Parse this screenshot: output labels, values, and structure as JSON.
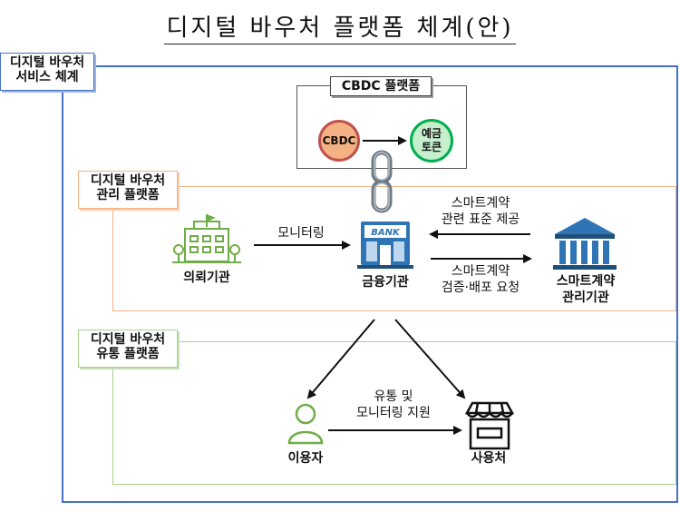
{
  "title": "디지털 바우처 플랫폼 체계(안)",
  "service_system": {
    "line1": "디지털 바우처",
    "line2": "서비스 체계"
  },
  "cbdc_platform": {
    "label": "CBDC 플랫폼",
    "cbdc": "CBDC",
    "deposit_token": {
      "line1": "예금",
      "line2": "토큰"
    }
  },
  "management_platform": {
    "line1": "디지털 바우처",
    "line2": "관리 플랫폼"
  },
  "distribution_platform": {
    "line1": "디지털 바우처",
    "line2": "유통 플랫폼"
  },
  "nodes": {
    "requester": "의뢰기관",
    "bank": "금융기관",
    "bank_sign": "BANK",
    "smart_contract_org": {
      "line1": "스마트계약",
      "line2": "관리기관"
    },
    "user": "이용자",
    "merchant": "사용처"
  },
  "edges": {
    "monitoring": "모니터링",
    "standard_provision": {
      "line1": "스마트계약",
      "line2": "관련 표준 제공"
    },
    "verification_request": {
      "line1": "스마트계약",
      "line2": "검증·배포 요청"
    },
    "distribution_support": {
      "line1": "유통 및",
      "line2": "모니터링 지원"
    }
  },
  "colors": {
    "outer_border": "#4472c4",
    "management_border": "#f4b183",
    "distribution_border": "#a9d18e",
    "cbdc_fill": "#f4b183",
    "cbdc_stroke": "#c0504d",
    "token_fill": "#c6efce",
    "token_stroke": "#00b050",
    "icon_green": "#70ad47",
    "icon_blue": "#2f75b5"
  }
}
